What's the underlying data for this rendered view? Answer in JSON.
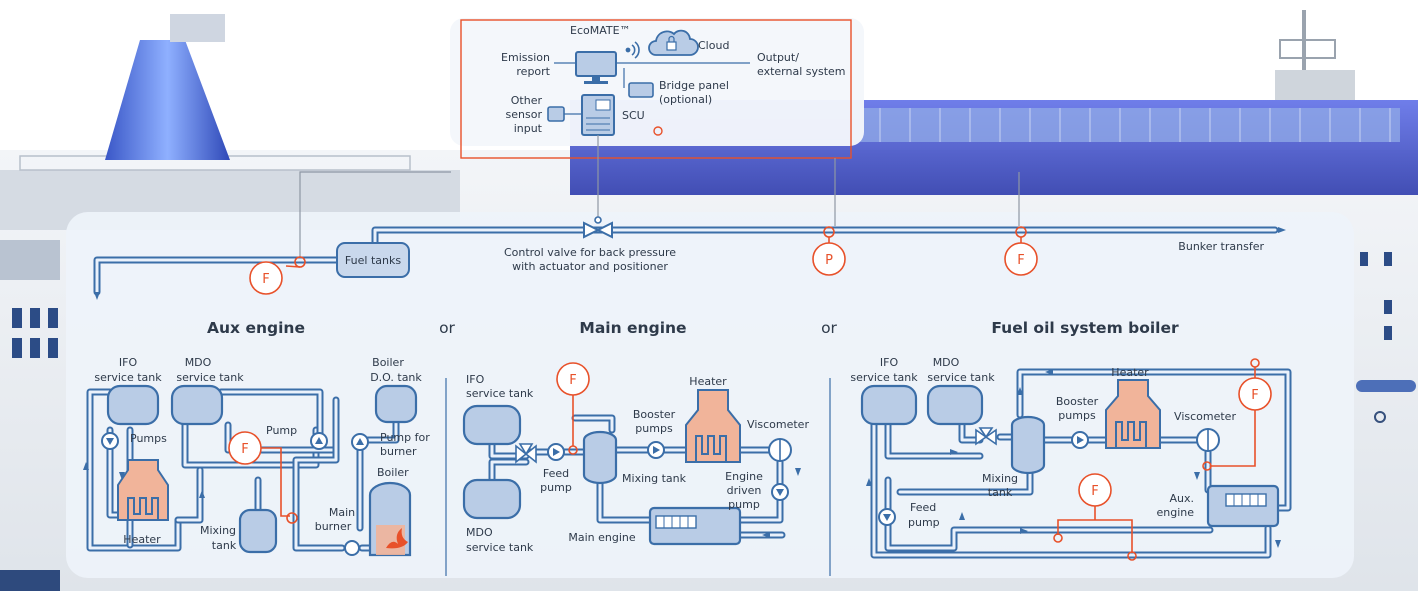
{
  "ecomate": {
    "title": "EcoMATE™",
    "emission_report": [
      "Emission",
      "report"
    ],
    "cloud": "Cloud",
    "output": [
      "Output/",
      "external system"
    ],
    "bridge_panel": [
      "Bridge panel",
      "(optional)"
    ],
    "sensor": [
      "Other",
      "sensor",
      "input"
    ],
    "scu": "SCU"
  },
  "header": {
    "fuel_tanks": "Fuel tanks",
    "control_valve": [
      "Control valve for back pressure",
      "with actuator and positioner"
    ],
    "bunker": "Bunker transfer",
    "flow_symbol": "F",
    "pressure_symbol": "P"
  },
  "sections": {
    "aux_title": "Aux engine",
    "or1": "or",
    "main_title": "Main engine",
    "or2": "or",
    "boiler_title": "Fuel oil system boiler"
  },
  "aux": {
    "ifo": [
      "IFO",
      "service tank"
    ],
    "mdo": [
      "MDO",
      "service tank"
    ],
    "boiler_do": [
      "Boiler",
      "D.O. tank"
    ],
    "pumps": "Pumps",
    "pump": "Pump",
    "pump_burner": [
      "Pump for",
      "burner"
    ],
    "boiler": "Boiler",
    "main_burner": [
      "Main",
      "burner"
    ],
    "mixing": [
      "Mixing",
      "tank"
    ],
    "heater": "Heater"
  },
  "main": {
    "ifo": [
      "IFO",
      "service tank"
    ],
    "mdo": [
      "MDO",
      "service tank"
    ],
    "heater": "Heater",
    "booster": [
      "Booster",
      "pumps"
    ],
    "viscometer": "Viscometer",
    "feed": [
      "Feed",
      "pump"
    ],
    "mixing": "Mixing tank",
    "engine_pump": [
      "Engine",
      "driven",
      "pump"
    ],
    "main_engine": "Main engine"
  },
  "boiler": {
    "ifo": [
      "IFO",
      "service tank"
    ],
    "mdo": [
      "MDO",
      "service tank"
    ],
    "heater": "Heater",
    "booster": [
      "Booster",
      "pumps"
    ],
    "viscometer": "Viscometer",
    "mixing": [
      "Mixing",
      "tank"
    ],
    "feed": [
      "Feed",
      "pump"
    ],
    "aux": [
      "Aux.",
      "engine"
    ]
  },
  "colors": {
    "pipe": "#3b6ea8",
    "sensor": "#e8512a",
    "panel": "#eef3fa",
    "ship_glow": "#3d4fd6"
  }
}
